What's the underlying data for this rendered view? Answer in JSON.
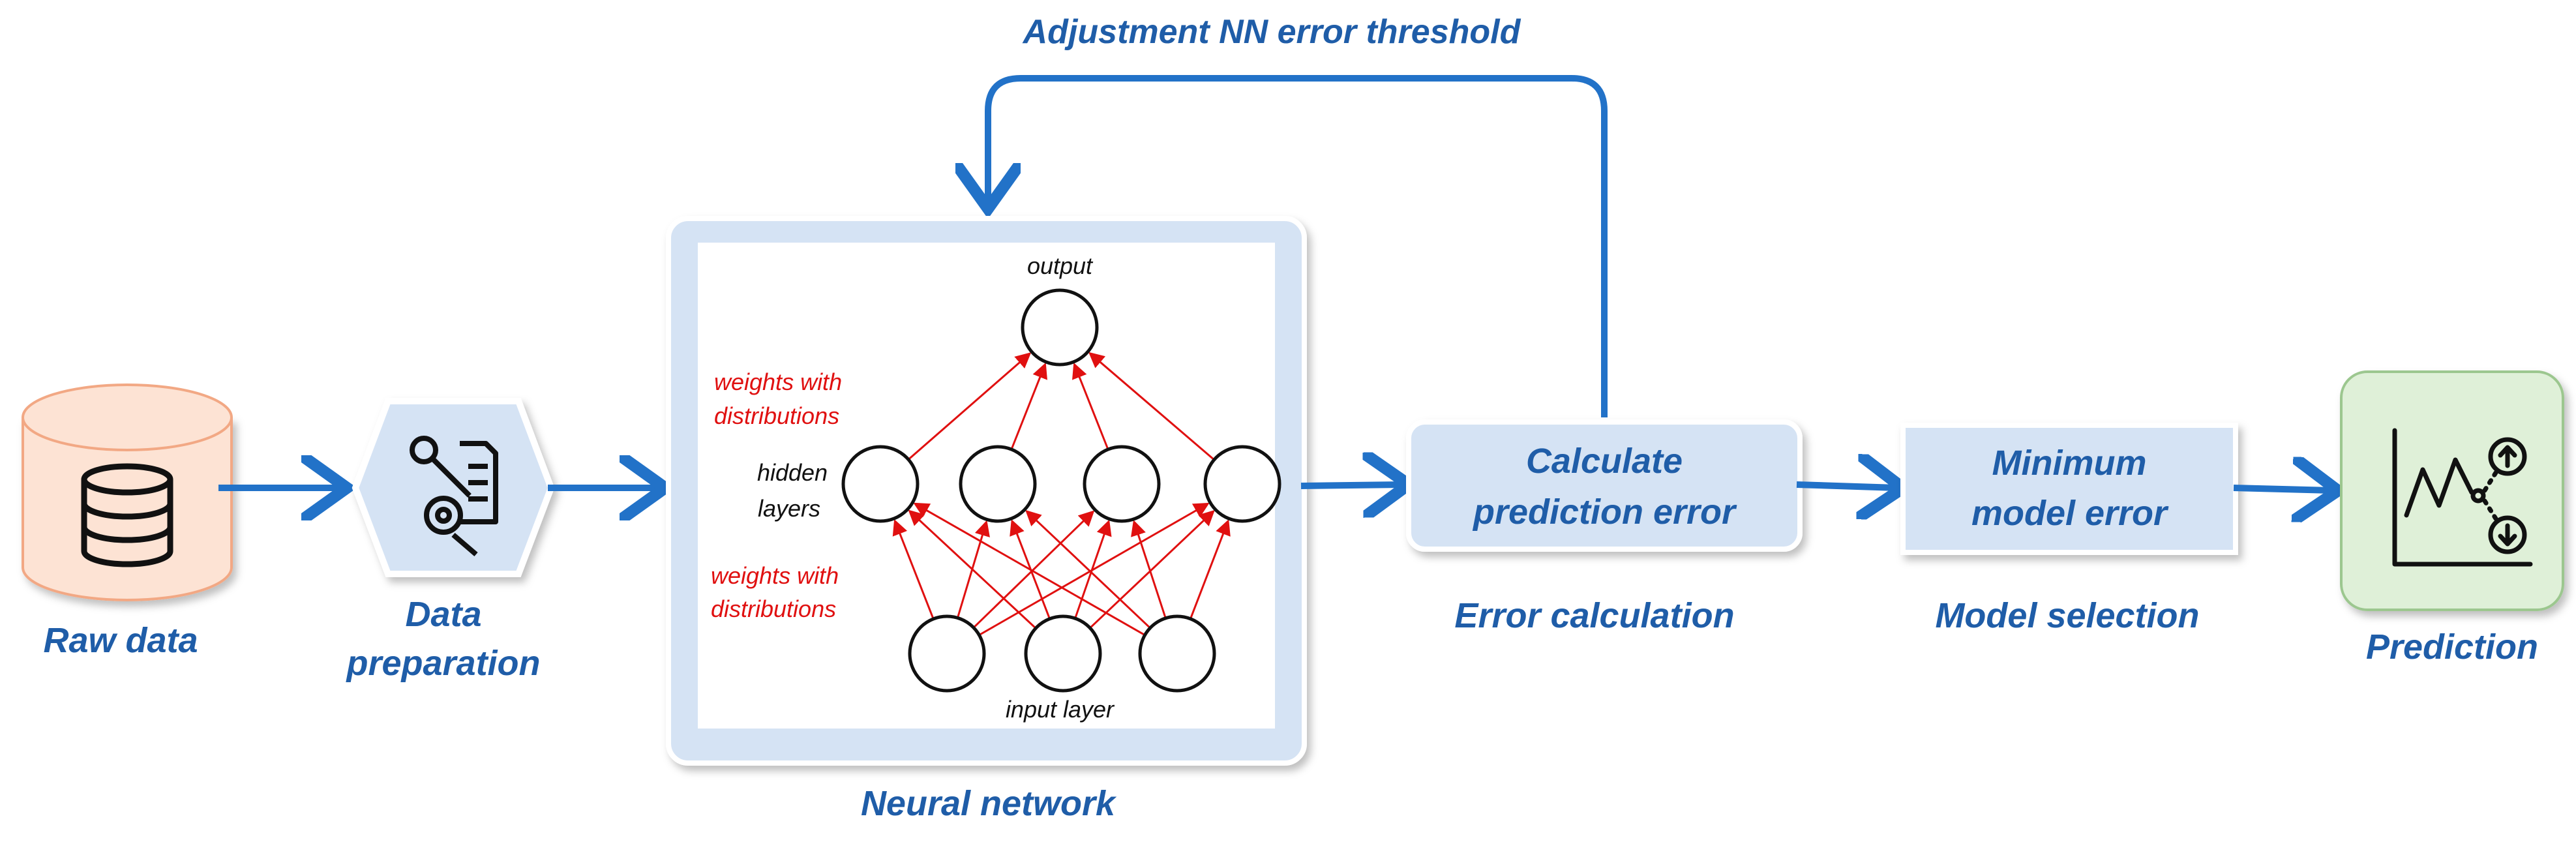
{
  "colors": {
    "arrow": "#2272c8",
    "label": "#1f5da8",
    "box_fill": "#d5e3f4",
    "db_fill": "#fde3d4",
    "db_stroke": "#f2a884",
    "pred_fill": "#dff0d8",
    "pred_stroke": "#9cc78f",
    "nn_edge": "#e01010"
  },
  "icons": {
    "database": "database-icon",
    "data_prep": "settings-document-icon",
    "prediction": "chart-up-down-icon"
  },
  "feedback_label": "Adjustment NN error threshold",
  "raw_data": {
    "label": "Raw data"
  },
  "data_prep": {
    "label_line1": "Data",
    "label_line2": "preparation"
  },
  "neural_network": {
    "label": "Neural network",
    "output_label": "output",
    "hidden_label_line1": "hidden",
    "hidden_label_line2": "layers",
    "input_label": "input layer",
    "weights_top_line1": "weights with",
    "weights_top_line2": "distributions",
    "weights_bottom_line1": "weights with",
    "weights_bottom_line2": "distributions"
  },
  "error_calc": {
    "box_line1": "Calculate",
    "box_line2": "prediction error",
    "label": "Error calculation"
  },
  "model_selection": {
    "box_line1": "Minimum",
    "box_line2": "model error",
    "label": "Model selection"
  },
  "prediction": {
    "label": "Prediction"
  }
}
